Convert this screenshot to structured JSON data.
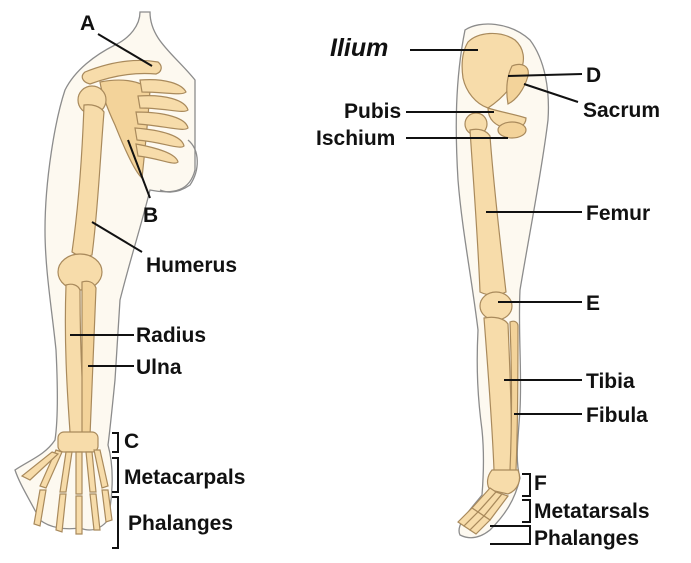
{
  "arm": {
    "labels": {
      "a": "A",
      "b": "B",
      "humerus": "Humerus",
      "radius": "Radius",
      "ulna": "Ulna",
      "c": "C",
      "metacarpals": "Metacarpals",
      "phalanges": "Phalanges"
    }
  },
  "leg": {
    "labels": {
      "ilium": "Ilium",
      "d": "D",
      "pubis": "Pubis",
      "sacrum": "Sacrum",
      "ischium": "Ischium",
      "femur": "Femur",
      "e": "E",
      "tibia": "Tibia",
      "fibula": "Fibula",
      "f": "F",
      "metatarsals": "Metatarsals",
      "phalanges": "Phalanges"
    }
  },
  "colors": {
    "bone": "#f7dcaa",
    "skin": "#fdf9f0",
    "outline": "#8c8c8c",
    "text": "#111111"
  }
}
